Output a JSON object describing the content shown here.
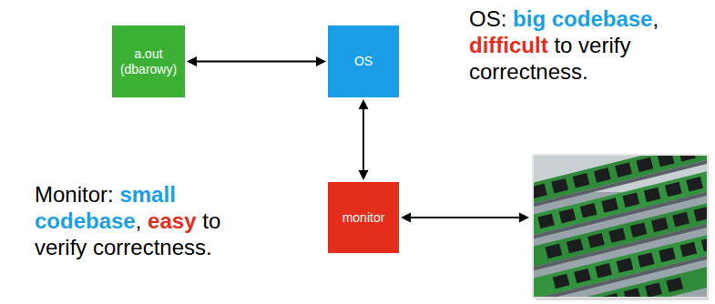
{
  "diagram": {
    "nodes": [
      {
        "text": [
          "a.out",
          "(dbarowy)"
        ]
      },
      {
        "text": [
          "OS"
        ]
      },
      {
        "text": [
          "monitor"
        ]
      }
    ],
    "edges": [
      {
        "from": 0,
        "to": 1,
        "arrow": "both"
      },
      {
        "from": 1,
        "to": 2,
        "arrow": "both"
      }
    ],
    "labels": [
      "OS:",
      "big codebase",
      ",",
      "difficult",
      "to verify correctness.",
      "Monitor:",
      "small codebase",
      ",",
      "easy",
      "to verify correctness."
    ]
  }
}
